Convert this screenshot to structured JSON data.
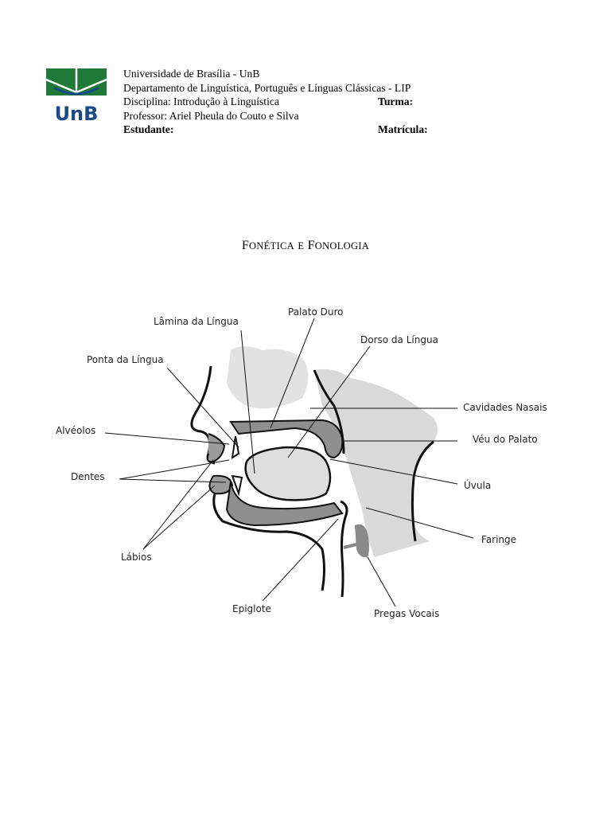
{
  "header": {
    "logo_text": "UnB",
    "brand_colors": {
      "green": "#1f7a3a",
      "blue": "#1a4a8a"
    },
    "university": "Universidade de Brasília - UnB",
    "department": "Departamento de Linguística, Português e Línguas Clássicas - LIP",
    "discipline": "Disciplina: Introdução à Linguística",
    "class_label": "Turma:",
    "professor": "Professor: Ariel Pheula do Couto e Silva",
    "student_label": "Estudante:",
    "registration_label": "Matrícula:"
  },
  "title": {
    "word1_first": "F",
    "word1_rest": "ONÉTICA",
    "conj": "E",
    "word2_first": "F",
    "word2_rest": "ONOLOGIA"
  },
  "diagram": {
    "labels": {
      "lamina": "Lâmina da Língua",
      "palato_duro": "Palato Duro",
      "dorso": "Dorso da Língua",
      "ponta": "Ponta da Língua",
      "cavidades": "Cavidades Nasais",
      "alveolos": "Alvéolos",
      "veu": "Véu do Palato",
      "dentes": "Dentes",
      "uvula": "Úvula",
      "faringe": "Faringe",
      "labios": "Lábios",
      "epiglote": "Epiglote",
      "pregas": "Pregas Vocais"
    }
  }
}
